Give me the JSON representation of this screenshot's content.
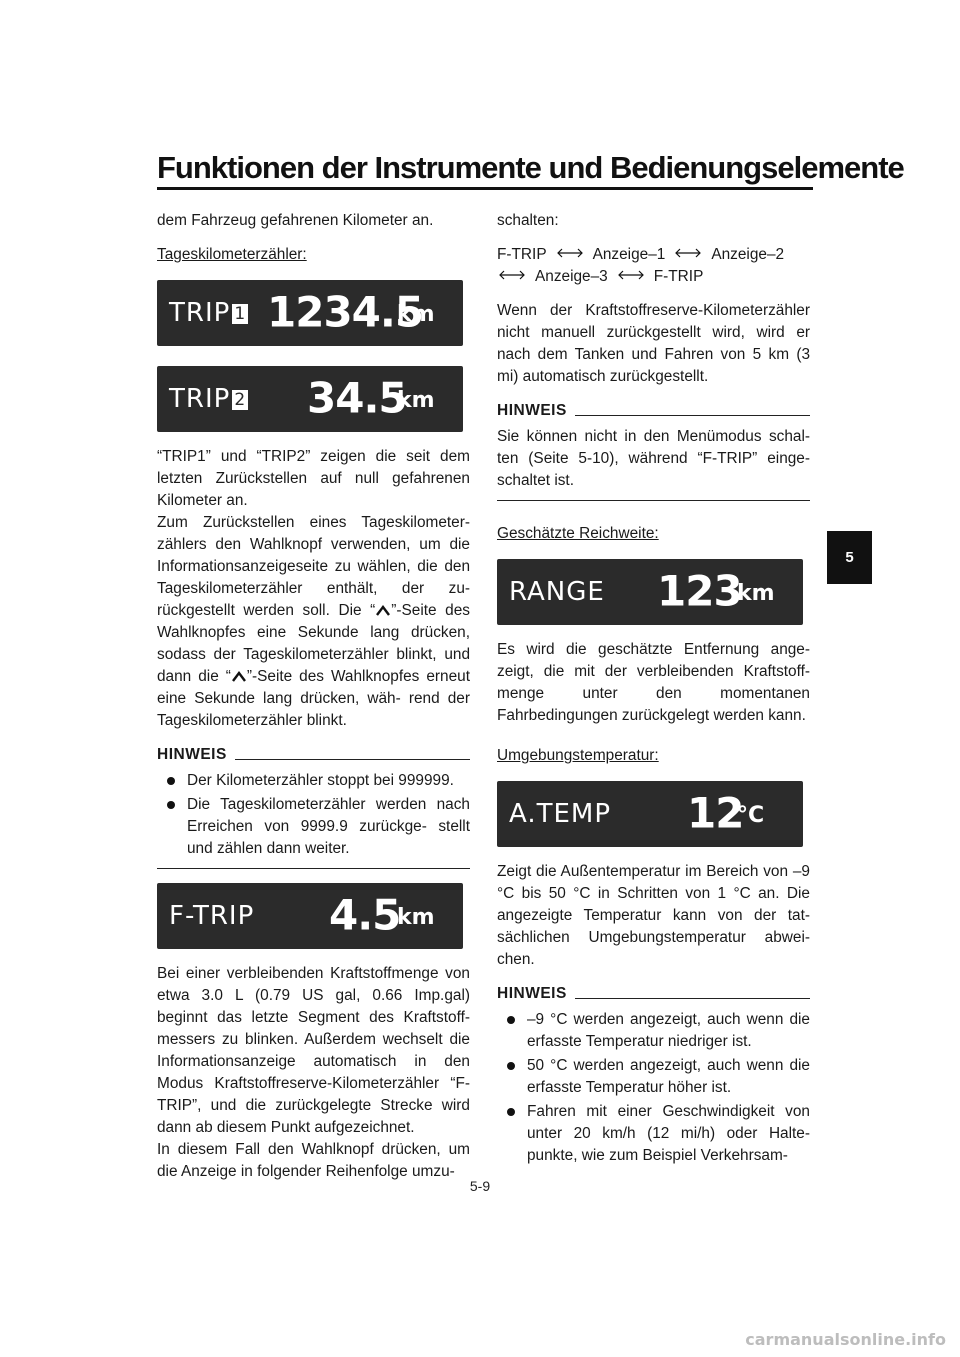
{
  "header": {
    "title": "Funktionen der Instrumente und Bedienungselemente"
  },
  "section_tab": "5",
  "page_number": "5-9",
  "watermark": "carmanualsonline.info",
  "left": {
    "intro": "dem Fahrzeug gefahrenen Kilometer an.",
    "trip_heading": "Tageskilometerzähler:",
    "lcd_trip1": {
      "label": "TRIP",
      "badge": "1",
      "value": "1234.5",
      "unit": "km"
    },
    "lcd_trip2": {
      "label": "TRIP",
      "badge": "2",
      "value": "34.5",
      "unit": "km"
    },
    "p1": "“TRIP1” und “TRIP2” zeigen die seit dem letzten Zurückstellen auf null gefahrenen Kilometer an.",
    "p2a": "Zum Zurückstellen eines Tageskilometer- zählers den Wahlknopf verwenden, um die Informationsanzeigeseite zu wählen, die den Tageskilometerzähler enthält, der zu- rückgestellt werden soll. Die “",
    "p2b": "”-Seite des Wahlknopfes eine Sekunde lang drücken, sodass der Tageskilometerzähler blinkt, und dann die “",
    "p2c": "”-Seite des Wahlknopfes erneut eine Sekunde lang drücken, wäh- rend der Tageskilometerzähler blinkt.",
    "note_label": "HINWEIS",
    "note_items": [
      "Der Kilometerzähler stoppt bei 999999.",
      "Die Tageskilometerzähler werden nach Erreichen von 9999.9 zurückge- stellt und zählen dann weiter."
    ],
    "lcd_ftrip": {
      "label": "F-TRIP",
      "value": "4.5",
      "unit": "km"
    },
    "p3": "Bei einer verbleibenden Kraftstoffmenge von etwa 3.0 L (0.79 US gal, 0.66 Imp.gal) beginnt das letzte Segment des Kraftstoff- messers zu blinken. Außerdem wechselt die Informationsanzeige automatisch in den Modus Kraftstoffreserve-Kilometerzähler “F-TRIP”, und die zurückgelegte Strecke wird dann ab diesem Punkt aufgezeichnet.",
    "p4": "In diesem Fall den Wahlknopf drücken, um die Anzeige in folgender Reihenfolge umzu-"
  },
  "right": {
    "p0": "schalten:",
    "seq": [
      "F-TRIP",
      "Anzeige–1",
      "Anzeige–2",
      "Anzeige–3",
      "F-TRIP"
    ],
    "p1": "Wenn der Kraftstoffreserve-Kilometerzähler nicht manuell zurückgestellt wird, wird er nach dem Tanken und Fahren von 5 km (3 mi) automatisch zurückgestellt.",
    "note1_label": "HINWEIS",
    "note1_text": "Sie können nicht in den Menümodus schal- ten (Seite 5-10), während “F-TRIP” einge- schaltet ist.",
    "range_heading": "Geschätzte Reichweite:",
    "lcd_range": {
      "label": "RANGE",
      "value": "123",
      "unit": "km"
    },
    "p2": "Es wird die geschätzte Entfernung ange- zeigt, die mit der verbleibenden Kraftstoff- menge unter den momentanen Fahrbedingungen zurückgelegt werden kann.",
    "temp_heading": "Umgebungstemperatur:",
    "lcd_temp": {
      "label": "A.TEMP",
      "value": "12",
      "unit": "°C"
    },
    "p3": "Zeigt die Außentemperatur im Bereich von –9 °C bis 50 °C in Schritten von 1 °C an. Die angezeigte Temperatur kann von der tat- sächlichen Umgebungstemperatur abwei- chen.",
    "note2_label": "HINWEIS",
    "note2_items": [
      "–9 °C werden angezeigt, auch wenn die erfasste Temperatur niedriger ist.",
      "50 °C werden angezeigt, auch wenn die erfasste Temperatur höher ist.",
      "Fahren mit einer Geschwindigkeit von unter 20 km/h (12 mi/h) oder Halte- punkte, wie zum Beispiel Verkehrsam-"
    ]
  },
  "colors": {
    "lcd_bg": "#2b2b2b",
    "lcd_text": "#ffffff"
  }
}
